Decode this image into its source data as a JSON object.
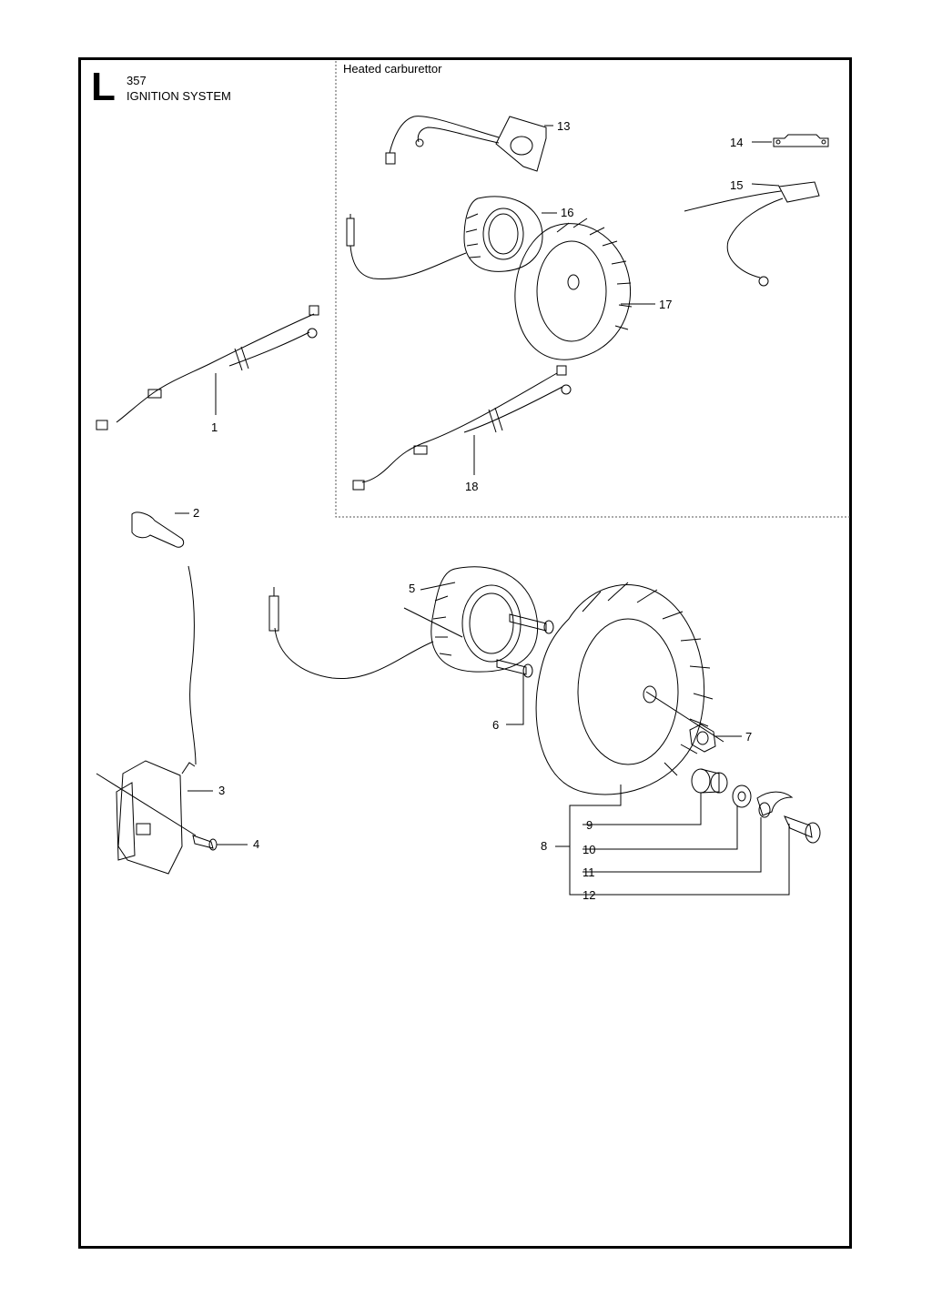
{
  "header": {
    "section_letter": "L",
    "model": "357",
    "title": "IGNITION SYSTEM"
  },
  "inset": {
    "title": "Heated carburettor"
  },
  "callouts": {
    "c1": "1",
    "c2": "2",
    "c3": "3",
    "c4": "4",
    "c5": "5",
    "c6": "6",
    "c7": "7",
    "c8": "8",
    "c9": "9",
    "c10": "10",
    "c11": "11",
    "c12": "12",
    "c13": "13",
    "c14": "14",
    "c15": "15",
    "c16": "16",
    "c17": "17",
    "c18": "18"
  }
}
